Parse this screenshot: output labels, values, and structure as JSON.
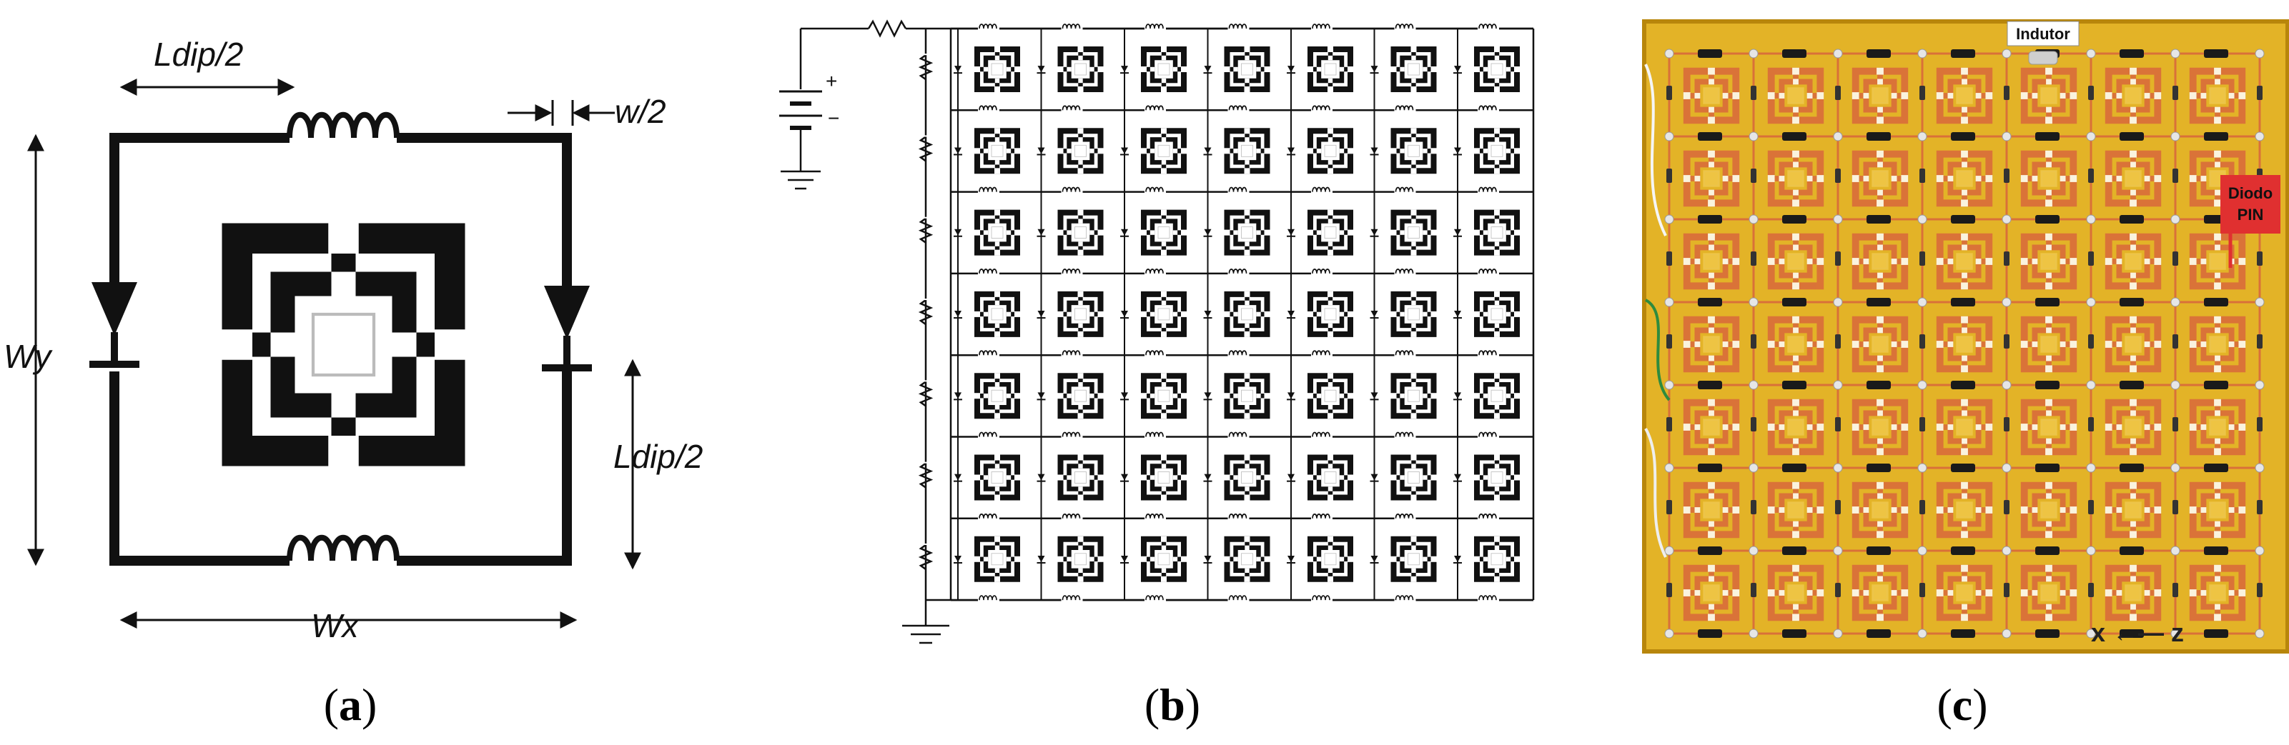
{
  "panel_a": {
    "label_ldip_top": "Ldip/2",
    "label_w": "w/2",
    "label_wy": "Wy",
    "label_ldip_right": "Ldip/2",
    "label_wx": "Wx",
    "caption": {
      "open": "(",
      "letter": "a",
      "close": ")"
    }
  },
  "panel_b": {
    "rows": 7,
    "cols": 7,
    "battery_plus": "+",
    "battery_minus": "−",
    "caption": {
      "open": "(",
      "letter": "b",
      "close": ")"
    }
  },
  "panel_c": {
    "rows": 7,
    "cols": 7,
    "tag_inductor": "Indutor",
    "tag_diode_line1": "Diodo",
    "tag_diode_line2": "PIN",
    "axis_note": "x ←— z",
    "caption": {
      "open": "(",
      "letter": "c",
      "close": ")"
    }
  },
  "colors": {
    "ink": "#111111",
    "board": "#e3b327",
    "board_dark": "#b8860b",
    "trace": "#d9693b",
    "component": "#1a1a1a",
    "diode_tag": "#e03030"
  }
}
